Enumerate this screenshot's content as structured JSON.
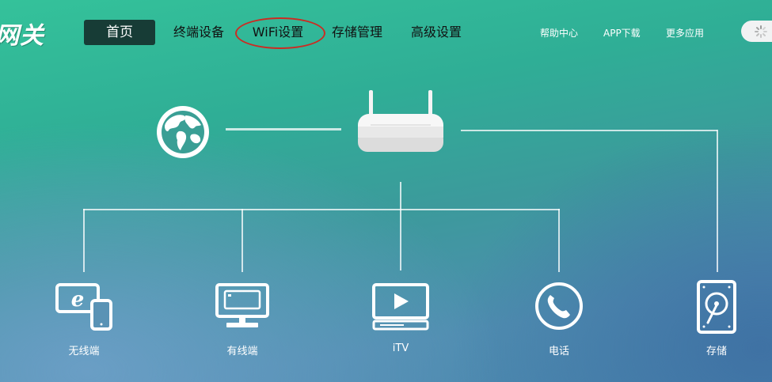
{
  "brand": {
    "logo_text": "网关"
  },
  "nav": {
    "items": [
      {
        "label": "首页",
        "active": true
      },
      {
        "label": "终端设备",
        "active": false
      },
      {
        "label": "WiFi设置",
        "active": false
      },
      {
        "label": "存储管理",
        "active": false
      },
      {
        "label": "高级设置",
        "active": false
      }
    ]
  },
  "top_links": {
    "help": "帮助中心",
    "app": "APP下载",
    "more": "更多应用"
  },
  "devices": {
    "wireless": "无线端",
    "wired": "有线端",
    "itv": "iTV",
    "phone": "电话",
    "storage": "存储"
  },
  "colors": {
    "active_nav_bg": "#173c36",
    "annotation_circle": "#cc2b22"
  }
}
